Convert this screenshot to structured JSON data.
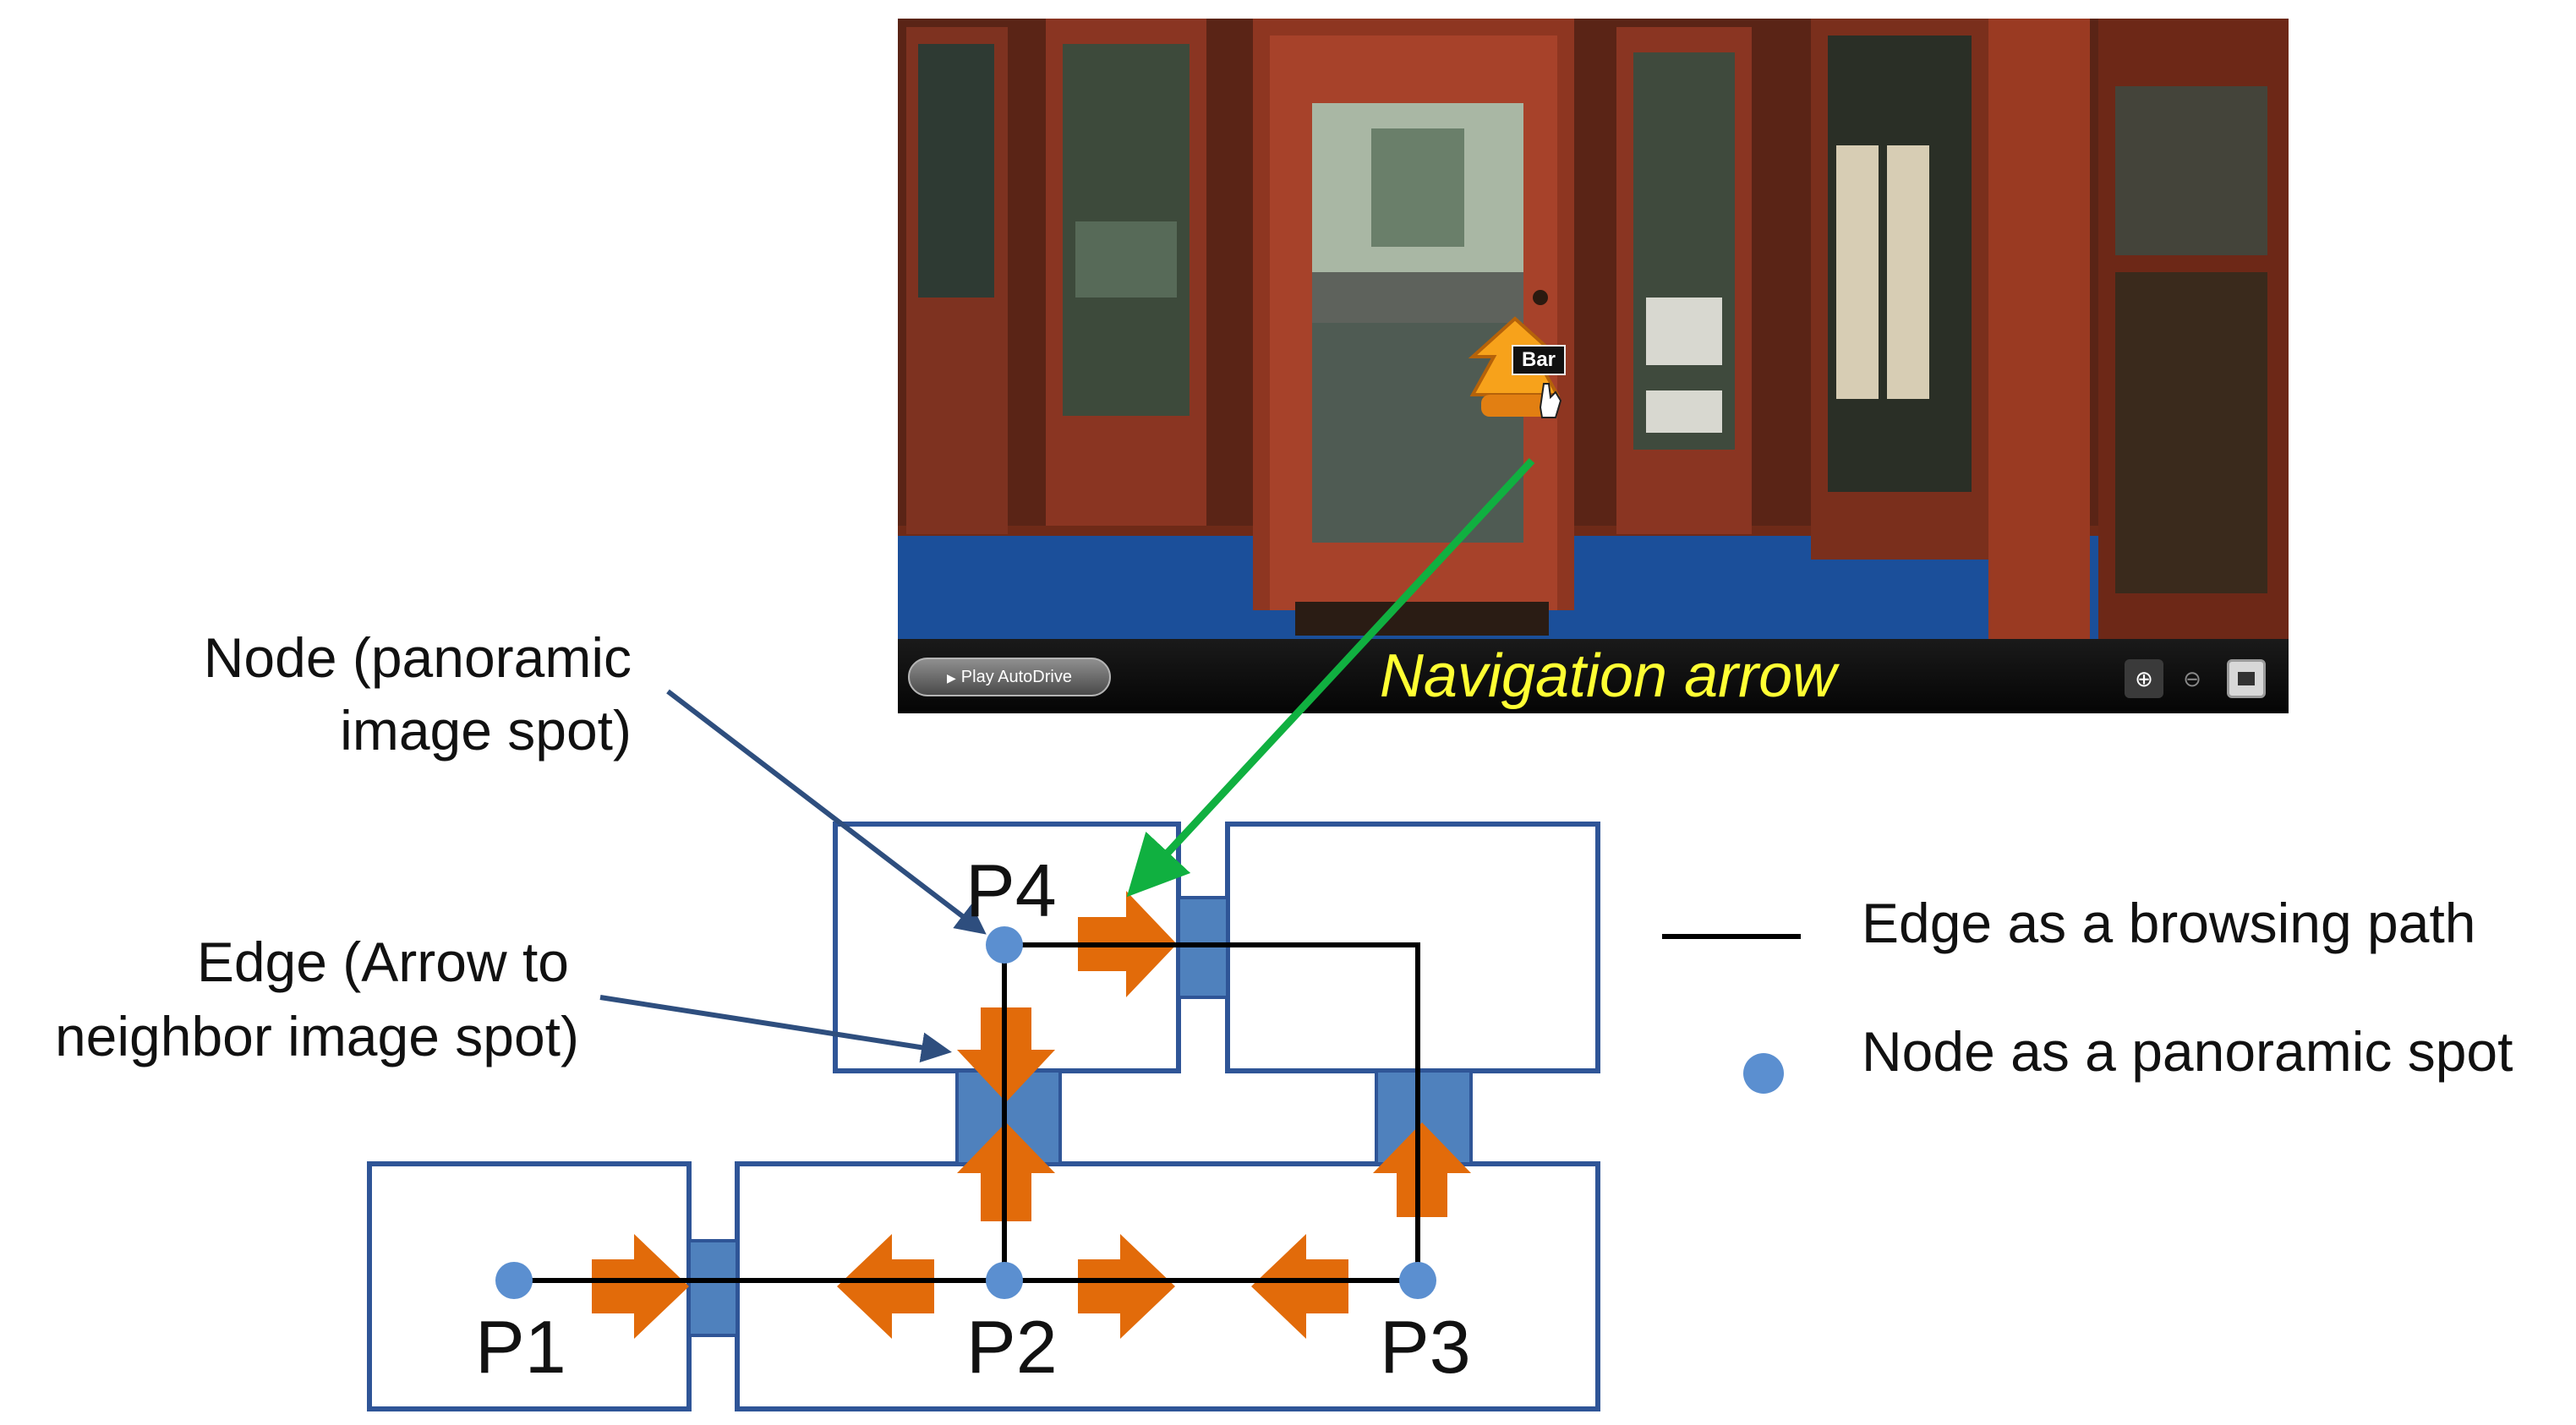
{
  "panorama": {
    "tooltip": "Bar",
    "autodrive_label": "Play AutoDrive",
    "caption": "Navigation arrow",
    "zoom_in_icon": "zoom-in-icon",
    "zoom_out_icon": "zoom-out-icon",
    "fullscreen_icon": "fullscreen-icon"
  },
  "annotations": {
    "node_line1": "Node (panoramic",
    "node_line2": "image spot)",
    "edge_line1": "Edge (Arrow to",
    "edge_line2": "neighbor image spot)"
  },
  "points": {
    "p1": "P1",
    "p2": "P2",
    "p3": "P3",
    "p4": "P4"
  },
  "legend": {
    "edge": "Edge as a browsing path",
    "node": "Node as a panoramic spot"
  },
  "colors": {
    "box_border": "#2f5597",
    "connector": "#4f81bd",
    "node": "#5b8fd0",
    "arrow": "#e26b0a",
    "pointer": "#10b040",
    "caption": "#ffff33"
  }
}
